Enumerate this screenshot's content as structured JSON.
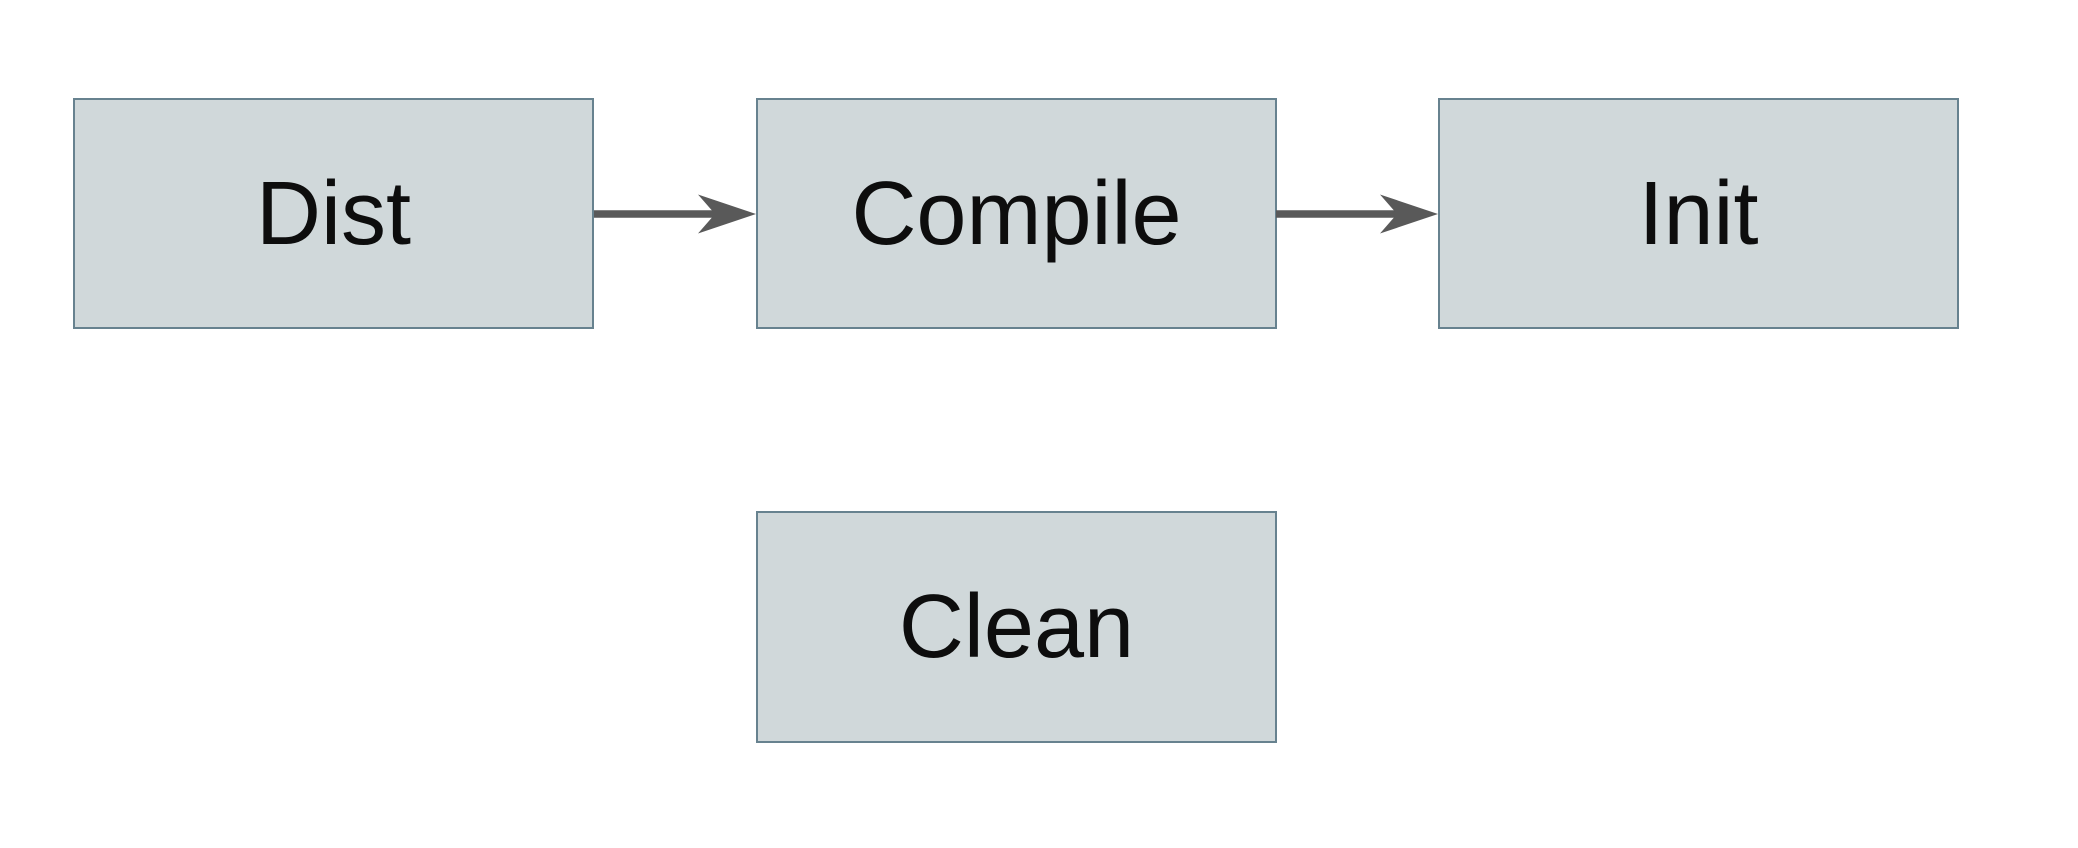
{
  "diagram": {
    "type": "flowchart",
    "background_color": "#ffffff",
    "node_fill_color": "#d0d8da",
    "node_border_color": "#67828f",
    "arrow_color": "#595959",
    "text_color": "#0d0d0d",
    "nodes": [
      {
        "id": "dist",
        "label": "Dist",
        "row": 1
      },
      {
        "id": "compile",
        "label": "Compile",
        "row": 1
      },
      {
        "id": "init",
        "label": "Init",
        "row": 1
      },
      {
        "id": "clean",
        "label": "Clean",
        "row": 2
      }
    ],
    "edges": [
      {
        "from": "dist",
        "to": "compile",
        "direction": "right"
      },
      {
        "from": "compile",
        "to": "init",
        "direction": "right"
      }
    ]
  }
}
